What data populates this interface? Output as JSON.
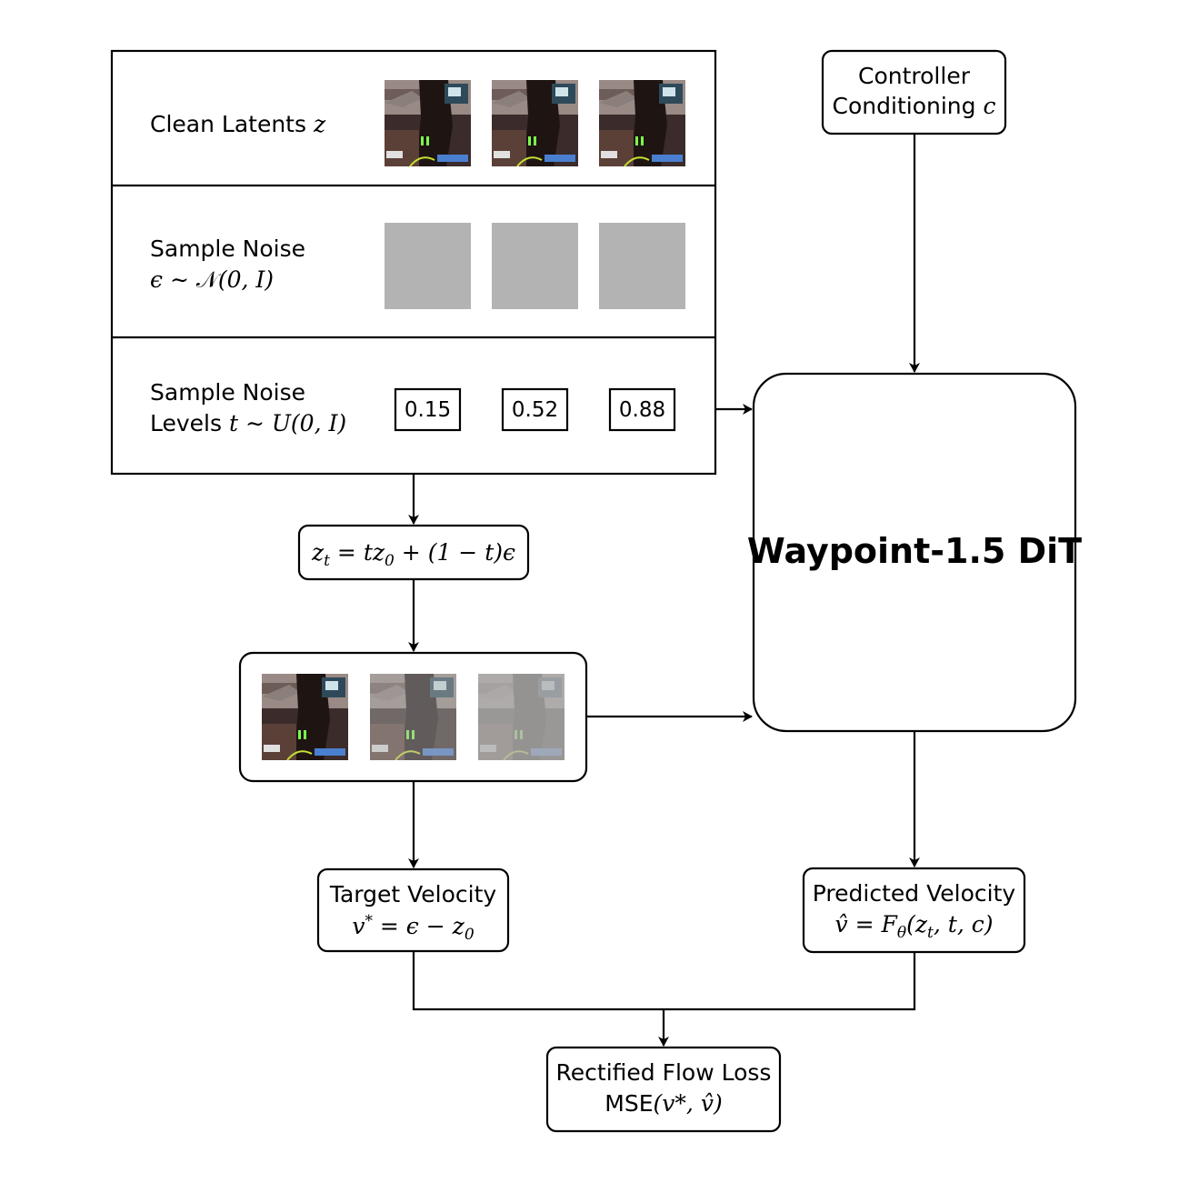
{
  "clean_latents": {
    "text": "Clean Latents ",
    "sym": "z"
  },
  "sample_noise": {
    "line1": "Sample Noise",
    "eps": "ϵ",
    "sim": " ∼ ",
    "N": "𝒩",
    "args": "(0, I)"
  },
  "noise_levels": {
    "line1": "Sample Noise",
    "line2_text": "Levels ",
    "t": "t",
    "sim": " ∼ ",
    "dist": "U(0, I)",
    "values": [
      "0.15",
      "0.52",
      "0.88"
    ]
  },
  "controller": {
    "line1": "Controller",
    "line2_text": "Conditioning ",
    "c": "c"
  },
  "model": {
    "title": "Waypoint-1.5 DiT"
  },
  "interpolation": {
    "formula": "z_t = tz_0 + (1 − t)ϵ"
  },
  "noisy_frames": {
    "opacities": [
      1.0,
      0.55,
      0.2
    ]
  },
  "target_velocity": {
    "line1": "Target Velocity",
    "formula": "v* = ϵ − z_0"
  },
  "predicted_velocity": {
    "line1": "Predicted Velocity",
    "formula": "v̂ = F_θ(z_t, t, c)"
  },
  "loss": {
    "line1": "Rectified Flow Loss",
    "mse": "MSE",
    "args": "(v*, v̂)"
  },
  "colors": {
    "noise_gray": "#b3b3b3",
    "stroke": "#000000"
  }
}
